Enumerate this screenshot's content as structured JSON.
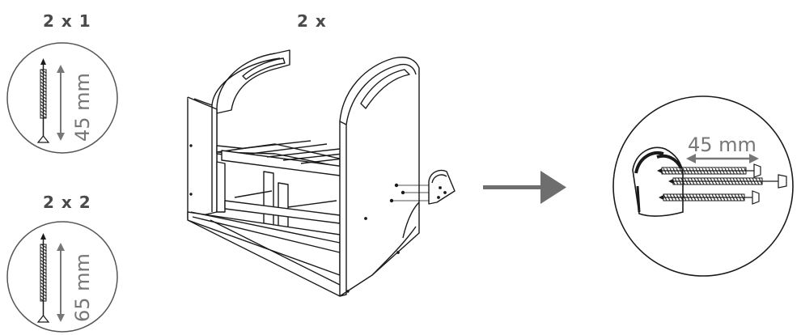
{
  "parts": [
    {
      "quantity_label": "2 x 1",
      "screw_length": "45 mm",
      "icon": "screw-icon"
    },
    {
      "quantity_label": "2 x 2",
      "screw_length": "65 mm",
      "icon": "screw-icon"
    }
  ],
  "assembly": {
    "quantity_label": "2 x",
    "illustration": "bench-frame-illustration",
    "arrow": "arrow-right-icon"
  },
  "detail": {
    "dimension_label": "45 mm",
    "illustration": "bracket-screw-detail"
  },
  "colors": {
    "line": "#1a1a1a",
    "text": "#4a4a4a",
    "dimension": "#777777",
    "arrow": "#6e6e6e"
  }
}
